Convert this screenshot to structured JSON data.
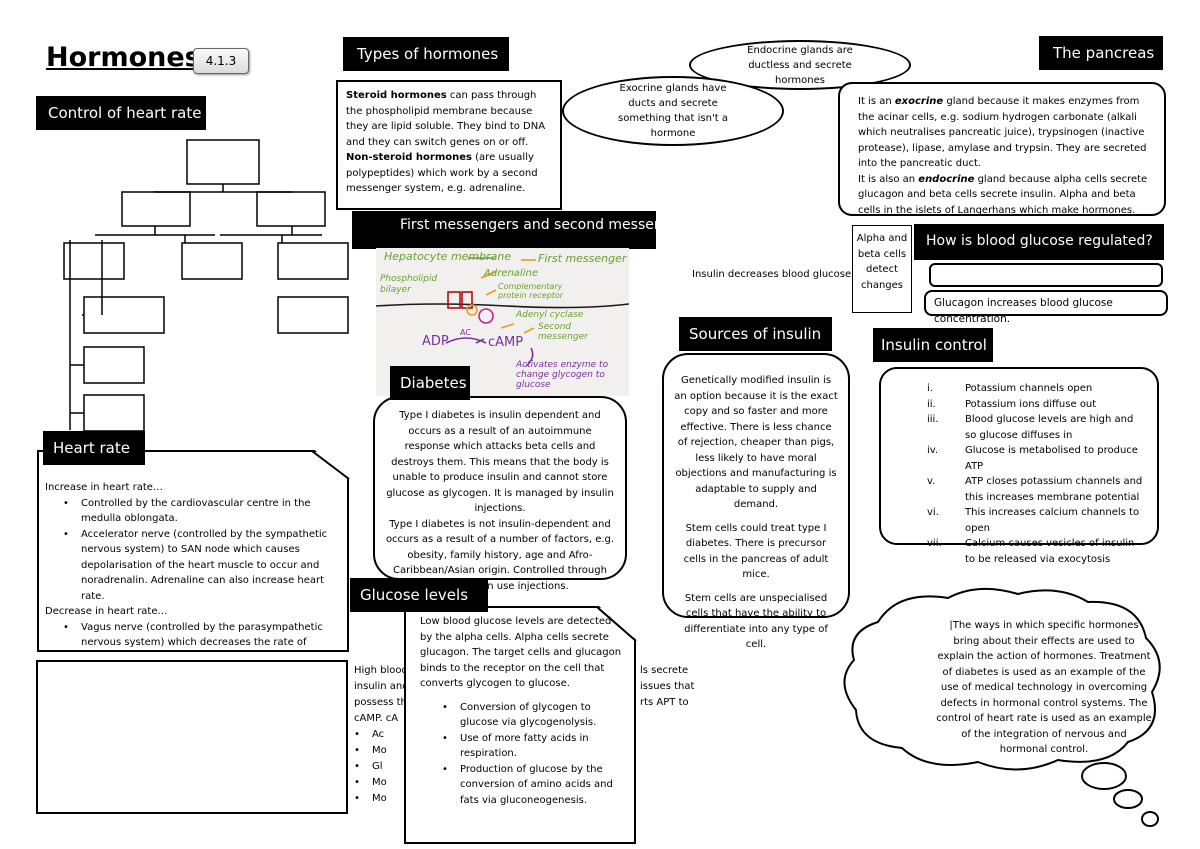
{
  "title": "Hormones",
  "spec_badge": "4.1.3",
  "headers": {
    "control_heart_rate": "Control of heart rate",
    "types_of_hormones": "Types of hormones",
    "first_second_messengers": "First messengers and second messengers",
    "pancreas": "The pancreas",
    "blood_glucose": "How is blood glucose regulated?",
    "sources_insulin": "Sources of insulin",
    "insulin_control": "Insulin control",
    "diabetes": "Diabetes",
    "heart_rate": "Heart rate",
    "glucose_levels": "Glucose levels"
  },
  "types_of_hormones": {
    "steroid_bold": "Steroid hormones",
    "steroid_text": " can pass through the phospholipid membrane because they are lipid soluble. They bind to DNA and they can switch genes on or off.",
    "nonsteroid_bold": "Non-steroid hormones",
    "nonsteroid_text": " (are usually polypeptides) which work by a second messenger system, e.g. adrenaline."
  },
  "ovals": {
    "endocrine": "Endocrine glands are ductless and secrete hormones",
    "exocrine": "Exocrine glands have ducts and secrete something that isn't a hormone"
  },
  "pancreas": {
    "p1_a": "It is an ",
    "p1_b": "exocrine",
    "p1_c": " gland because it makes enzymes from the acinar cells, e.g. sodium hydrogen carbonate (alkali which neutralises pancreatic juice), trypsinogen (inactive protease), lipase, amylase and trypsin. They are secreted into the pancreatic duct.",
    "p2_a": "It is also an ",
    "p2_b": "endocrine",
    "p2_c": " gland because alpha cells secrete glucagon and beta cells secrete insulin. Alpha and beta cells in the islets of Langerhans which make hormones."
  },
  "alpha_beta": "Alpha and beta cells detect changes",
  "insulin_decreases": "Insulin decreases blood glucose conc",
  "glucagon_increases": "Glucagon increases blood glucose concentration.",
  "sketch": {
    "hepatocyte": "Hepatocyte membrane",
    "first_messenger": "First messenger",
    "phospholipid": "Phospholipid bilayer",
    "adrenaline": "Adrenaline",
    "complementary": "Complementary protein receptor",
    "adenyl": "Adenyl cyclase",
    "second_messenger": "Second messenger",
    "adp": "ADP",
    "ac": "AC",
    "camp": "cAMP",
    "activates": "Activates enzyme to change glycogen to glucose"
  },
  "sources_insulin": {
    "p1": "Genetically modified insulin is an option because it is the exact copy and so faster and more effective. There is less chance of rejection, cheaper than pigs, less likely to have moral objections and manufacturing is adaptable to supply and demand.",
    "p2": "Stem cells could treat type I diabetes. There is precursor cells in the pancreas of adult mice.",
    "p3": "Stem cells are unspecialised cells that have the ability to differentiate into any type of cell."
  },
  "insulin_control": [
    {
      "num": "i.",
      "text": "Potassium channels open"
    },
    {
      "num": "ii.",
      "text": "Potassium ions diffuse out"
    },
    {
      "num": "iii.",
      "text": "Blood glucose levels are high and so glucose diffuses in"
    },
    {
      "num": "iv.",
      "text": "Glucose is metabolised to produce ATP"
    },
    {
      "num": "v.",
      "text": "ATP closes potassium channels and this increases membrane potential"
    },
    {
      "num": "vi.",
      "text": "This increases calcium channels to open"
    },
    {
      "num": "vii.",
      "text": "Calcium causes vesicles of insulin to be released via exocytosis"
    }
  ],
  "diabetes": {
    "p1": "Type I diabetes is insulin dependent and occurs as a result of an autoimmune response which attacks beta cells and destroys them. This means that the body is unable to produce insulin and cannot store glucose as glycogen. It is managed by insulin injections.",
    "p2": "Type I diabetes is not insulin-dependent and occurs as a result of a number of factors, e.g. obesity, family history, age and Afro-Caribbean/Asian origin.  Controlled through diet and can use injections."
  },
  "heart_rate": {
    "increase": "Increase in heart rate…",
    "inc_items": [
      "Controlled by the cardiovascular centre in the medulla oblongata.",
      "Accelerator nerve (controlled by the sympathetic nervous system) to SAN node which causes depolarisation of the heart muscle to occur and noradrenalin. Adrenaline can also increase heart rate."
    ],
    "decrease": "Decrease in heart rate…",
    "dec_items": [
      "Vagus nerve (controlled by the parasympathetic nervous system) which decreases the rate of depolarisations. Acetylcholine also decreases the heart rate."
    ]
  },
  "glucose_levels": {
    "p1": "Low blood glucose levels are detected by the alpha cells. Alpha cells secrete glucagon. The target cells and glucagon binds to the receptor on the cell that converts glycogen to glucose.",
    "items": [
      "Conversion of glycogen to glucose via glycogenolysis.",
      "Use of more fatty acids in respiration.",
      "Production of glucose by the conversion of amino acids and fats via gluconeogenesis."
    ]
  },
  "hidden_text": {
    "line1_a": "High blood",
    "line1_b": "ls secrete",
    "line2_a": "insulin and",
    "line2_b": "issues that",
    "line3_a": "possess th",
    "line3_b": "rts APT to",
    "line4_a": "cAMP. cA",
    "bullets": [
      "Ac",
      "Mo",
      "Gl",
      "Mo",
      "Mo"
    ]
  },
  "thought_bubble": "|The ways in which specific hormones bring about their effects are used to explain the action of hormones. Treatment of diabetes is used as an example of the use of medical technology in overcoming defects in hormonal control systems. The control of heart rate is used as an example of the integration of nervous and hormonal control."
}
